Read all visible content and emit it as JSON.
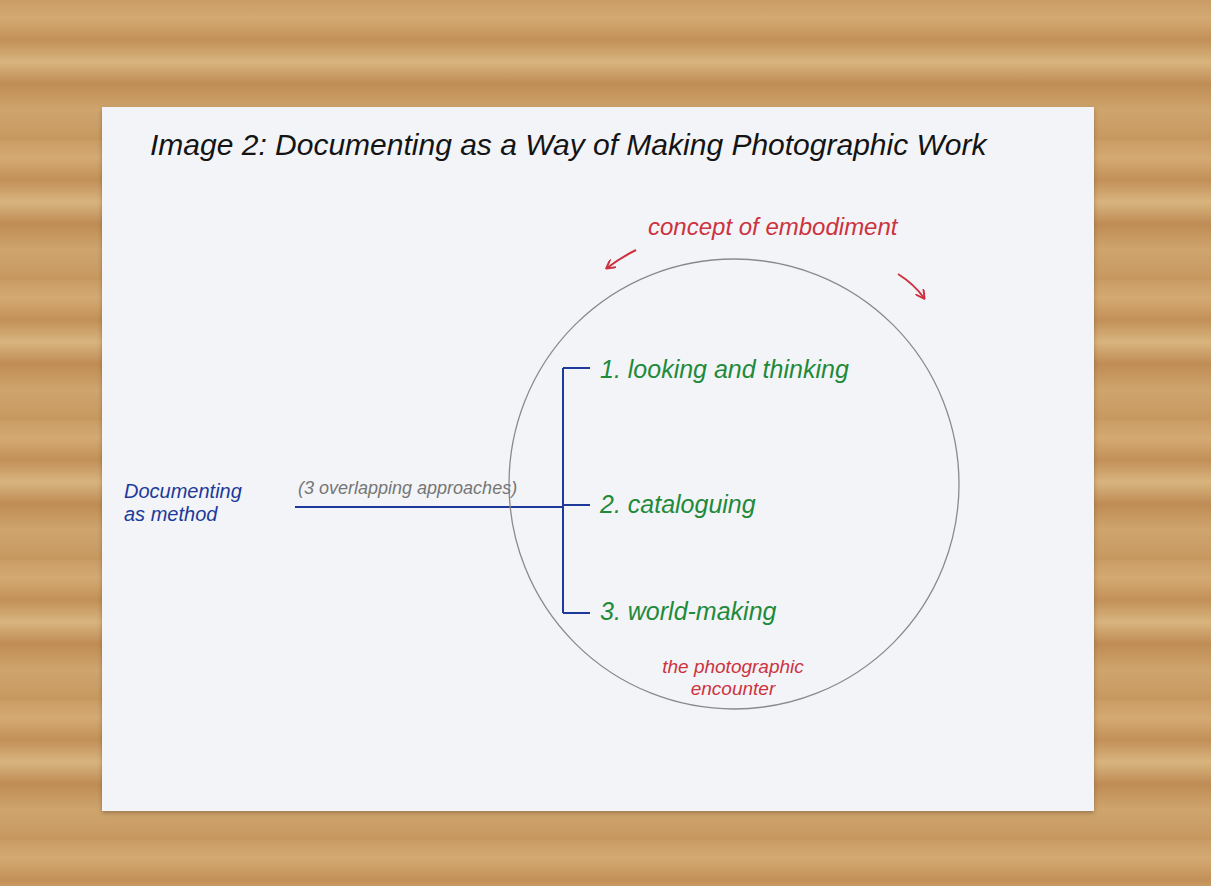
{
  "diagram": {
    "title": "Image 2: Documenting as a Way of Making Photographic Work",
    "nodes": [
      {
        "text": [
          "concept of embodiment",
          "1. looking and thinking",
          "2. cataloguing",
          "3. world-making",
          "the photographic encounter"
        ]
      }
    ],
    "labels": [
      "Documenting as method",
      "(3 overlapping approaches)"
    ]
  }
}
